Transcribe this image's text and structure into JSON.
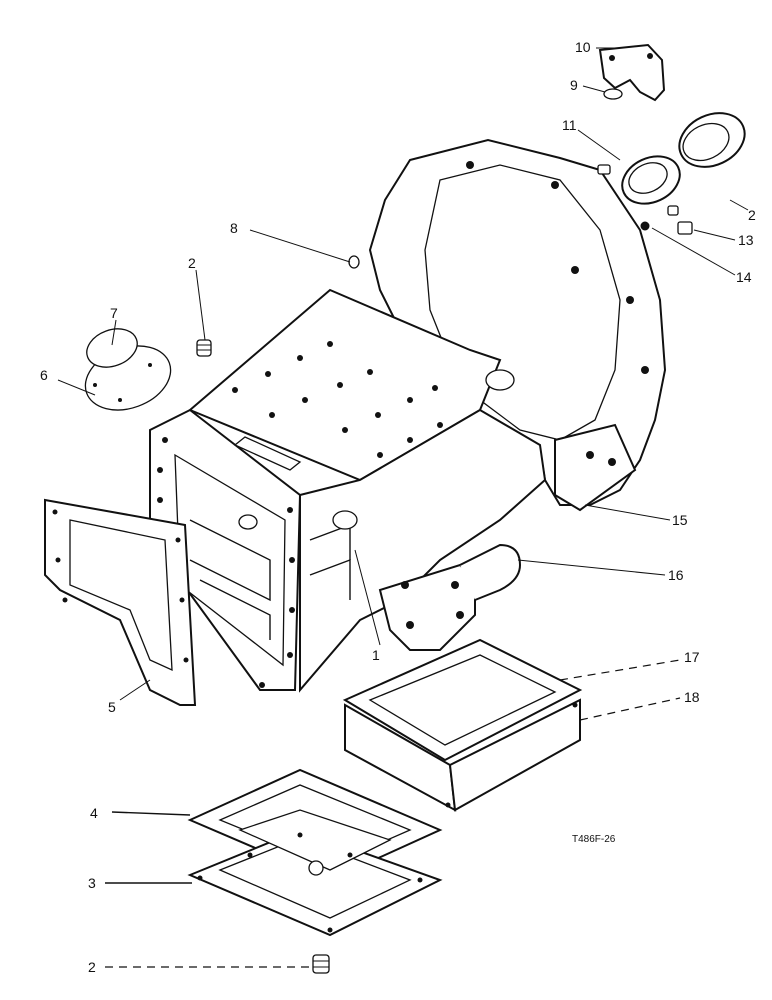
{
  "diagram": {
    "figure_code": "T486F-26",
    "callouts": {
      "c1": "1",
      "c2_top": "2",
      "c2_bottom": "2",
      "c2_right": "2",
      "c3": "3",
      "c4": "4",
      "c5": "5",
      "c6": "6",
      "c7": "7",
      "c8": "8",
      "c9": "9",
      "c10": "10",
      "c11": "11",
      "c13": "13",
      "c14": "14",
      "c15": "15",
      "c16": "16",
      "c17": "17",
      "c18": "18"
    }
  }
}
